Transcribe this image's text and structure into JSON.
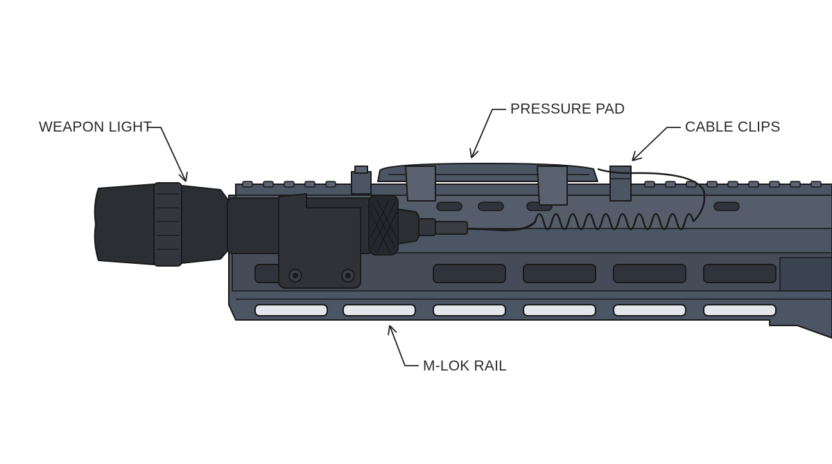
{
  "labels": {
    "weapon_light": "WEAPON LIGHT",
    "pressure_pad": "PRESSURE PAD",
    "cable_clips": "CABLE CLIPS",
    "mlok_rail": "M-LOK RAIL"
  },
  "colors": {
    "rail_body": "#4b5563",
    "rail_dark": "#3c4350",
    "rail_light": "#5c6472",
    "slot_fill": "#2f343c",
    "light_body": "#2b2e33",
    "light_dark": "#1f2226",
    "outline": "#1a1a1a",
    "leader": "#222222"
  }
}
